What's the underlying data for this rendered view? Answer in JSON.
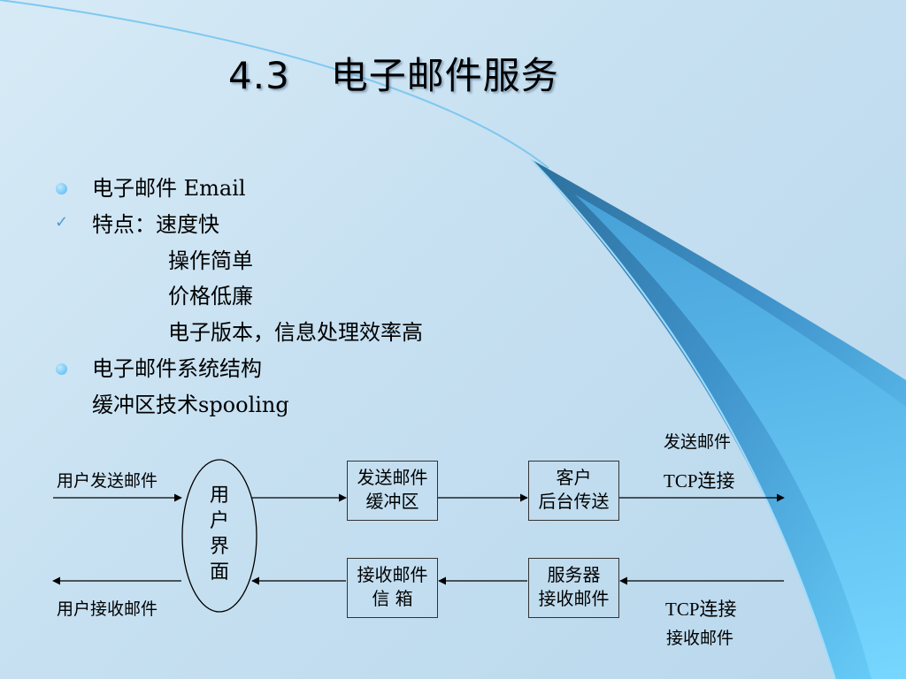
{
  "slide": {
    "title_num": "4.3",
    "title_text": "电子邮件服务",
    "bullets": {
      "b1": "电子邮件 Email",
      "b2": "特点：速度快",
      "b2_sub1": "操作简单",
      "b2_sub2": "价格低廉",
      "b2_sub3": "电子版本，信息处理效率高",
      "b3": "电子邮件系统结构",
      "b3_sub": "缓冲区技术spooling"
    }
  },
  "diagram": {
    "user_send": "用户发送邮件",
    "user_recv": "用户接收邮件",
    "ui_chars": [
      "用",
      "户",
      "界",
      "面"
    ],
    "send_buffer": [
      "发送邮件",
      "缓冲区"
    ],
    "client": [
      "客户",
      "后台传送"
    ],
    "recv_box": [
      "接收邮件",
      "信 箱"
    ],
    "server": [
      "服务器",
      "接收邮件"
    ],
    "top_right_label": "发送邮件",
    "tcp_top": "TCP连接",
    "tcp_bottom": "TCP连接",
    "bottom_right_label": "接收邮件"
  },
  "colors": {
    "wave_dark": "#2d6f9c",
    "wave_light": "#5cc2f5",
    "bullet": "#4fb6ef"
  }
}
